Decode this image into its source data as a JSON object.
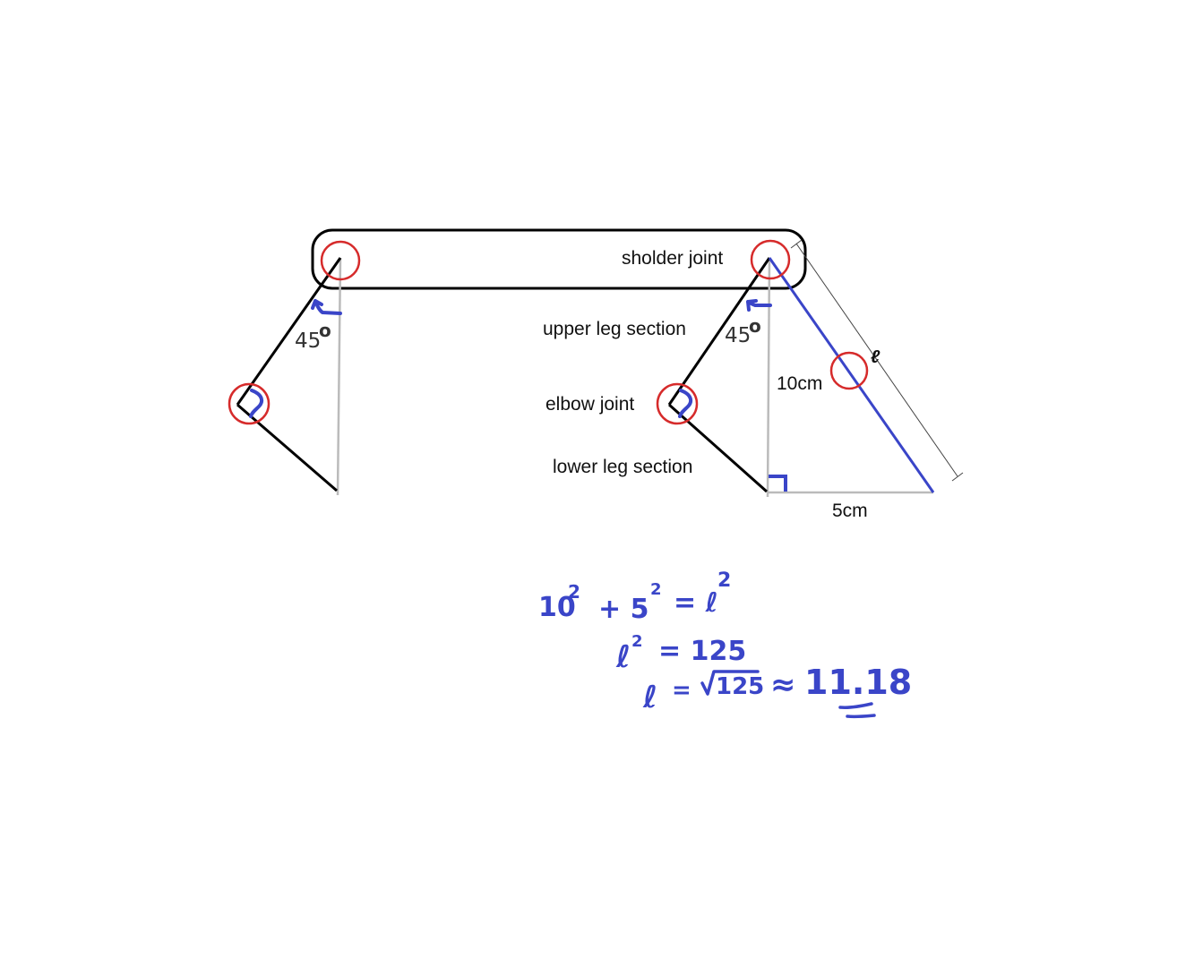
{
  "labels": {
    "shoulder": "sholder joint",
    "upper_leg": "upper leg section",
    "elbow": "elbow joint",
    "lower_leg": "lower leg section",
    "angle_left": "45",
    "angle_right": "45",
    "degree_mark": "o",
    "height": "10cm",
    "base": "5cm",
    "hyp": "ℓ"
  },
  "equations": {
    "line1_base": "10",
    "line1_exp1": "2",
    "line1_mid": "+ 5",
    "line1_exp2": "2",
    "line1_eq": "= ℓ",
    "line1_exp3": "2",
    "line2_l": "ℓ",
    "line2_exp": "2",
    "line2_rest": "= 125",
    "line3_l": "ℓ",
    "line3_eq": "=",
    "line3_root": "125",
    "line3_approx": "≈",
    "line3_result": "11.18"
  },
  "colors": {
    "ink": "#000000",
    "guide": "#bbbbbb",
    "highlight": "#d62b2b",
    "annotation": "#3a45c8"
  }
}
